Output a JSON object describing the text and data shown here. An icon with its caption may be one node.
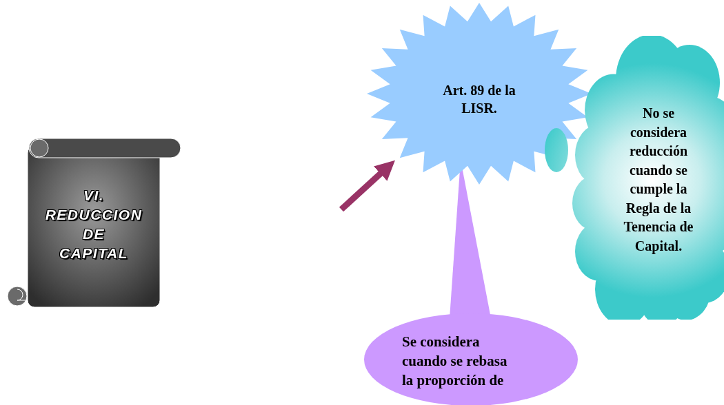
{
  "diagram": {
    "nodes": [
      {
        "text": [
          "VI. REDUCCION DE CAPITAL"
        ]
      },
      {
        "text": [
          "Art. 89 de la LISR."
        ]
      },
      {
        "text": [
          "No se considera reducción cuando se cumple la Regla de la Tenencia de Capital."
        ]
      },
      {
        "text": [
          "Se considera cuando se rebasa la proporción de"
        ]
      }
    ],
    "edges": [
      {
        "from": null,
        "to": 1,
        "arrow": "to",
        "color": "#993366"
      }
    ]
  }
}
